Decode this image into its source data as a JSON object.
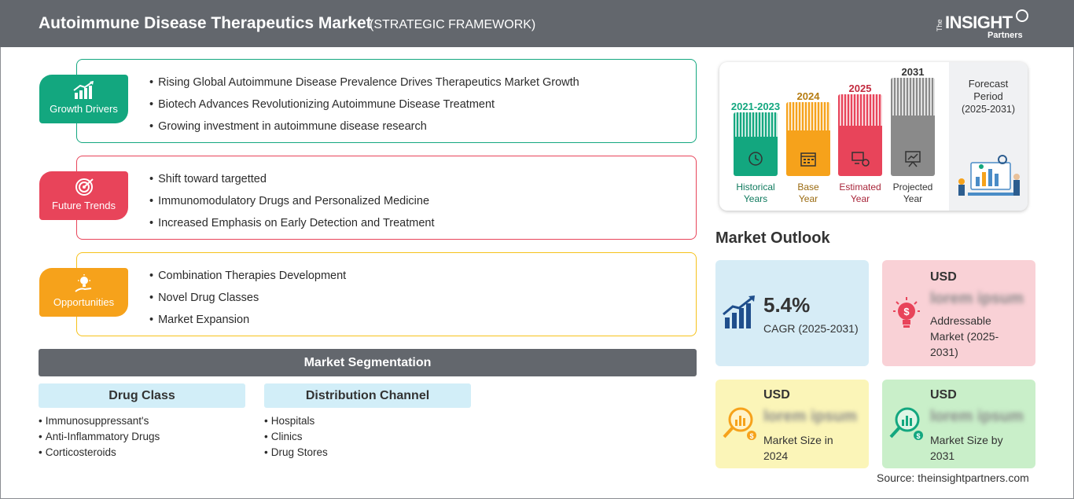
{
  "header": {
    "title": "Autoimmune Disease Therapeutics Market",
    "subtitle": "(STRATEGIC FRAMEWORK)",
    "logo_the": "The",
    "logo_insight": "INSIGHT",
    "logo_partners": "Partners"
  },
  "panels": [
    {
      "label": "Growth Drivers",
      "icon": "growth-chart-icon",
      "color": "#13a77f",
      "items": [
        "Rising Global Autoimmune Disease Prevalence Drives Therapeutics Market Growth",
        "Biotech Advances Revolutionizing Autoimmune Disease Treatment",
        "Growing investment in autoimmune disease research"
      ]
    },
    {
      "label": "Future Trends",
      "icon": "target-icon",
      "color": "#e8445a",
      "items": [
        "Shift toward targetted",
        "Immunomodulatory Drugs and Personalized Medicine",
        "Increased Emphasis on Early Detection and Treatment"
      ]
    },
    {
      "label": "Opportunities",
      "icon": "lightbulb-hand-icon",
      "color": "#f6a21b",
      "items": [
        "Combination Therapies Development",
        "Novel Drug Classes",
        "Market Expansion"
      ]
    }
  ],
  "segmentation": {
    "title": "Market Segmentation",
    "columns": [
      {
        "heading": "Drug Class",
        "items": [
          "Immunosuppressant's",
          "Anti-Inflammatory Drugs",
          "Corticosteroids"
        ]
      },
      {
        "heading": "Distribution Channel",
        "items": [
          "Hospitals",
          "Clinics",
          "Drug Stores"
        ]
      }
    ]
  },
  "timeline": {
    "bars": [
      {
        "year": "2021-2023",
        "caption_1": "Historical",
        "caption_2": "Years",
        "color": "#13a77f",
        "icon": "history-clock-icon"
      },
      {
        "year": "2024",
        "caption_1": "Base",
        "caption_2": "Year",
        "color": "#f6a21b",
        "icon": "calendar-icon"
      },
      {
        "year": "2025",
        "caption_1": "Estimated",
        "caption_2": "Year",
        "color": "#e8445a",
        "icon": "presentation-gear-icon"
      },
      {
        "year": "2031",
        "caption_1": "Projected",
        "caption_2": "Year",
        "color": "#8a8a8a",
        "icon": "projection-board-icon"
      }
    ],
    "forecast_title_1": "Forecast",
    "forecast_title_2": "Period",
    "forecast_range": "(2025-2031)"
  },
  "outlook": {
    "title": "Market Outlook",
    "cagr": {
      "value": "5.4%",
      "label": "CAGR (2025-2031)",
      "color": "#d6ecf6",
      "icon": "growth-chart-icon"
    },
    "addressable": {
      "currency": "USD",
      "value": "lorem ipsum",
      "label_1": "Addressable",
      "label_2": "Market (2025-",
      "label_3": "2031)",
      "color": "#f9d1d6",
      "icon": "lightbulb-dollar-icon"
    },
    "size_2024": {
      "currency": "USD",
      "value": "lorem ipsum",
      "label_1": "Market Size in",
      "label_2": "2024",
      "color": "#fbf5b8",
      "icon": "magnifier-chart-icon"
    },
    "size_2031": {
      "currency": "USD",
      "value": "lorem ipsum",
      "label_1": "Market Size by",
      "label_2": "2031",
      "color": "#c9efc9",
      "icon": "magnifier-chart-icon"
    }
  },
  "source": "Source: theinsightpartners.com"
}
